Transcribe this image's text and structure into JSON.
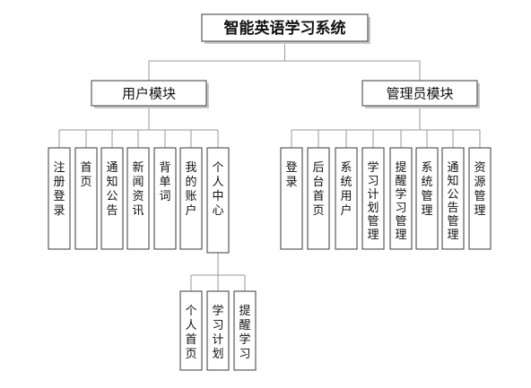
{
  "root": {
    "label": "智能英语学习系统"
  },
  "user_module": {
    "label": "用户模块",
    "children": [
      "注册登录",
      "首页",
      "通知公告",
      "新闻资讯",
      "背单词",
      "我的账户",
      "个人中心"
    ],
    "personal_center_children": [
      "个人首页",
      "学习计划",
      "提醒学习"
    ]
  },
  "admin_module": {
    "label": "管理员模块",
    "children": [
      "登录",
      "后台首页",
      "系统用户",
      "学习计划管理",
      "提醒学习管理",
      "系统管理",
      "通知公告管理",
      "资源管理"
    ]
  }
}
